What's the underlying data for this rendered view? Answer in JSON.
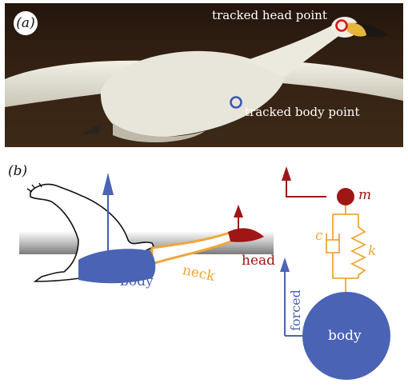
{
  "panel_a": {
    "label": "(a)",
    "head_point_label": "tracked head point",
    "body_point_label": "tracked body point"
  },
  "panel_b": {
    "label": "(b)",
    "body_label": "body",
    "neck_label": "neck",
    "head_label": "head",
    "mass_label": "m",
    "damper_label": "c",
    "spring_label": "k",
    "forced_label": "forced",
    "body_circle_label": "body"
  },
  "colors": {
    "body_blue": "#4a63b4",
    "neck_orange": "#f0a63a",
    "head_red": "#a01515",
    "photo_bg": "#2b1a10",
    "swan_white": "#e9e6dc"
  }
}
